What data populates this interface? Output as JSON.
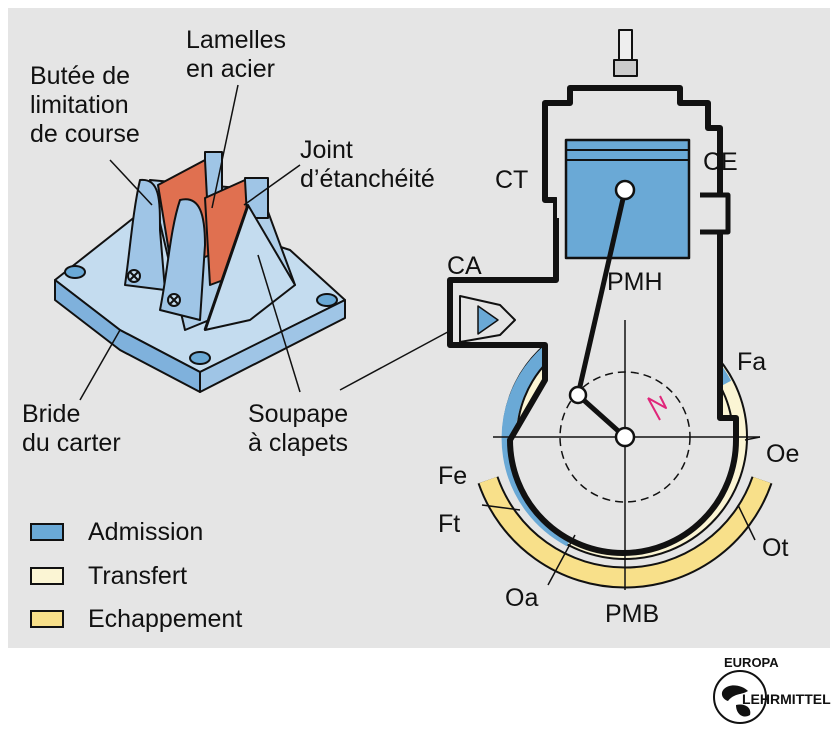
{
  "labels": {
    "butee": "Butée de\nlimitation\nde course",
    "lamelles": "Lamelles\nen acier",
    "joint": "Joint\nd’étanchéité",
    "bride": "Bride\ndu carter",
    "soupape": "Soupape\nà clapets",
    "ct": "CT",
    "ce": "CE",
    "ca": "CA",
    "pmh": "PMH",
    "pmb": "PMB",
    "fa": "Fa",
    "oe": "Oe",
    "fe": "Fe",
    "ft": "Ft",
    "ot": "Ot",
    "oa": "Oa"
  },
  "legend": [
    {
      "label": "Admission",
      "color": "#6aa9d6"
    },
    {
      "label": "Transfert",
      "color": "#fbf5d4"
    },
    {
      "label": "Echappement",
      "color": "#f8e08a"
    }
  ],
  "logo": {
    "top": "EUROPA",
    "bottom": "LEHRMITTEL"
  },
  "colors": {
    "panel": "#e5e5e5",
    "blue_part": "#a8c8e4",
    "reed": "#e07050",
    "admission": "#6aa9d6",
    "transfert": "#fbf5d4",
    "echappement": "#f8e08a",
    "arrow": "#e0257a"
  }
}
